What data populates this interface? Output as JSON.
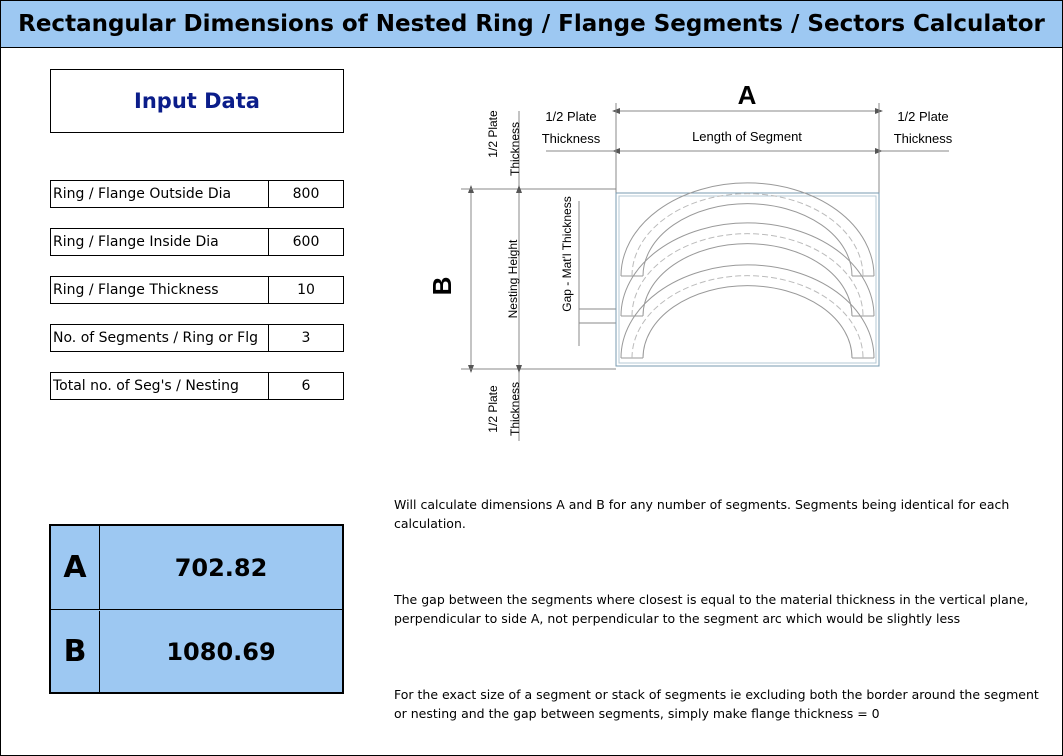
{
  "title": "Rectangular Dimensions of Nested Ring / Flange Segments / Sectors Calculator",
  "input_header": "Input Data",
  "inputs": [
    {
      "label": "Ring / Flange Outside Dia",
      "value": "800"
    },
    {
      "label": "Ring / Flange Inside Dia",
      "value": "600"
    },
    {
      "label": "Ring / Flange Thickness",
      "value": "10"
    },
    {
      "label": "No. of Segments / Ring or Flg",
      "value": "3"
    },
    {
      "label": "Total no. of Seg's / Nesting",
      "value": "6"
    }
  ],
  "results": {
    "a_label": "A",
    "a_value": "702.82",
    "b_label": "B",
    "b_value": "1080.69"
  },
  "diagram": {
    "a_label": "A",
    "b_label": "B",
    "half_plate_top_left": "1/2 Plate",
    "half_plate_top_left_2": "Thickness",
    "half_plate_top_right": "1/2 Plate",
    "half_plate_top_right_2": "Thickness",
    "length_of_segment": "Length of Segment",
    "vertical_half_plate_top": "1/2 Plate",
    "vertical_half_plate_top_2": "Thickness",
    "vertical_half_plate_bottom": "1/2 Plate",
    "vertical_half_plate_bottom_2": "Thickness",
    "nesting_height": "Nesting Height",
    "gap_label": "Gap - Mat'l Thickness"
  },
  "notes": [
    "Will calculate dimensions A and B for any number of segments. Segments being identical for each calculation.",
    "The gap between the segments where closest is equal to the material thickness in the vertical plane, perpendicular to side A, not perpendicular to the segment arc which would be slightly less",
    "For the exact size of a segment or stack of segments ie excluding both the border around the segment or nesting and the gap between segments, simply make flange thickness = 0"
  ]
}
